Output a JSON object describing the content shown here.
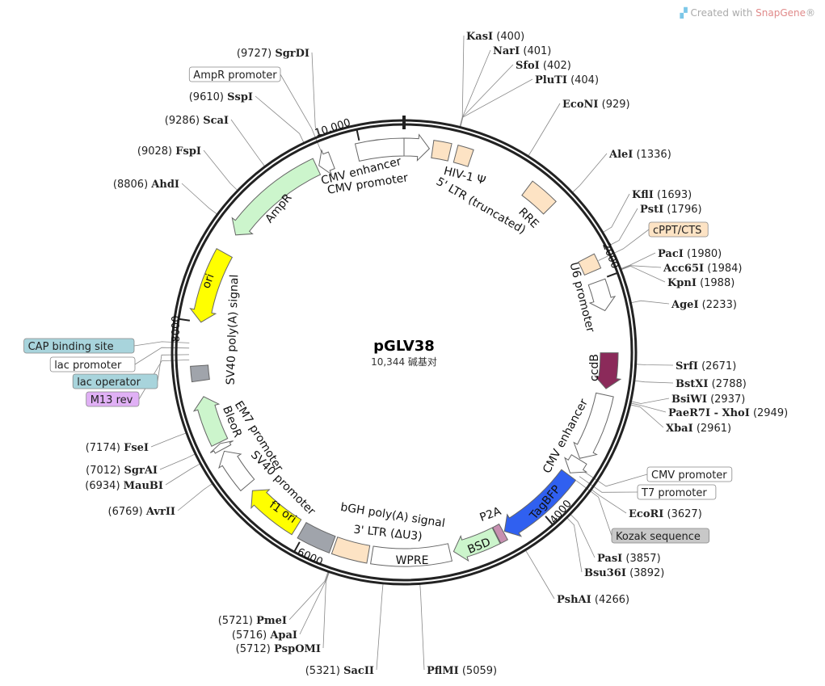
{
  "watermark": {
    "prefix": "Created with ",
    "brand": "SnapGene",
    "suffix": "®"
  },
  "plasmid": {
    "name": "pGLV38",
    "length_label": "10,344 碱基对",
    "length_bp": 10344
  },
  "ticks": [
    {
      "bp": 2000,
      "label": "2000"
    },
    {
      "bp": 4000,
      "label": "4000"
    },
    {
      "bp": 6000,
      "label": "6000"
    },
    {
      "bp": 8000,
      "label": "8000"
    },
    {
      "bp": 10000,
      "label": "10,000"
    }
  ],
  "features": [
    {
      "label": "CMV enhancer",
      "start": 9965,
      "end": 10344,
      "dir": 0,
      "color": "#ffffff"
    },
    {
      "label": "CMV promoter",
      "start": 0,
      "end": 204,
      "dir": 1,
      "color": "#ffffff"
    },
    {
      "label": "5' LTR (truncated)",
      "start": 230,
      "end": 370,
      "dir": 0,
      "color": "#fde3c4"
    },
    {
      "label": "HIV-1 Ψ",
      "start": 420,
      "end": 545,
      "dir": 0,
      "color": "#fde3c4"
    },
    {
      "label": "RRE",
      "start": 1060,
      "end": 1300,
      "dir": 0,
      "color": "#fde3c4"
    },
    {
      "label": "cPPT/CTS",
      "start": 1800,
      "end": 1920,
      "dir": 0,
      "color": "#fde3c4"
    },
    {
      "label": "U6 promoter",
      "start": 2010,
      "end": 2250,
      "dir": 1,
      "color": "#ffffff"
    },
    {
      "label": "ccdB",
      "start": 2590,
      "end": 2880,
      "dir": 1,
      "color": "#8b2a5a"
    },
    {
      "label": "CMV enhancer",
      "start": 2930,
      "end": 3480,
      "dir": 1,
      "color": "#ffffff"
    },
    {
      "label": "CMV promoter",
      "start": 3490,
      "end": 3620,
      "dir": 1,
      "color": "#ffffff"
    },
    {
      "label": "TagBFP",
      "start": 3640,
      "end": 4330,
      "dir": 1,
      "color": "#3060f0"
    },
    {
      "label": "P2A",
      "start": 4340,
      "end": 4400,
      "dir": 0,
      "color": "#c78fb0"
    },
    {
      "label": "BSD",
      "start": 4405,
      "end": 4770,
      "dir": 1,
      "color": "#ccf5cc"
    },
    {
      "label": "WPRE",
      "start": 4800,
      "end": 5430,
      "dir": 0,
      "color": "#ffffff"
    },
    {
      "label": "3' LTR (ΔU3)",
      "start": 5460,
      "end": 5740,
      "dir": 0,
      "color": "#fde3c4"
    },
    {
      "label": "bGH poly(A) signal",
      "start": 5760,
      "end": 6030,
      "dir": 0,
      "color": "#a0a4ab"
    },
    {
      "label": "f1 ori",
      "start": 6080,
      "end": 6540,
      "dir": 1,
      "color": "#ffff00"
    },
    {
      "label": "SV40 promoter",
      "start": 6600,
      "end": 6930,
      "dir": 1,
      "color": "#ffffff"
    },
    {
      "label": "EM7 promoter",
      "start": 6950,
      "end": 7000,
      "dir": 1,
      "color": "#ffffff"
    },
    {
      "label": "BleoR",
      "start": 7010,
      "end": 7400,
      "dir": 1,
      "color": "#ccf5cc"
    },
    {
      "label": "SV40 poly(A) signal",
      "start": 7530,
      "end": 7650,
      "dir": 0,
      "color": "#a0a4ab"
    },
    {
      "label": "ori",
      "start": 8000,
      "end": 8590,
      "dir": -1,
      "color": "#ffff00"
    },
    {
      "label": "AmpR",
      "start": 8760,
      "end": 9620,
      "dir": -1,
      "color": "#ccf5cc"
    },
    {
      "label": "AmpR promoter",
      "start": 9640,
      "end": 9750,
      "dir": -1,
      "color": "#ffffff"
    }
  ],
  "callouts": [
    {
      "label": "cPPT/CTS",
      "bp": 1860,
      "color": "#fde3c4"
    },
    {
      "label": "CMV promoter",
      "bp": 3550,
      "color": "#ffffff"
    },
    {
      "label": "T7 promoter",
      "bp": 3600,
      "color": "#ffffff"
    },
    {
      "label": "Kozak sequence",
      "bp": 3640,
      "color": "#c8c8c8"
    },
    {
      "label": "M13 rev",
      "bp": 7700,
      "color": "#e0b0f5"
    },
    {
      "label": "lac operator",
      "bp": 7740,
      "color": "#a8d4dc"
    },
    {
      "label": "lac promoter",
      "bp": 7790,
      "color": "#ffffff"
    },
    {
      "label": "CAP binding site",
      "bp": 7830,
      "color": "#a8d4dc"
    },
    {
      "label": "AmpR promoter",
      "bp": 9700,
      "color": "#ffffff"
    }
  ],
  "sites": [
    {
      "name": "KasI",
      "pos": 400
    },
    {
      "name": "NarI",
      "pos": 401
    },
    {
      "name": "SfoI",
      "pos": 402
    },
    {
      "name": "PluTI",
      "pos": 404
    },
    {
      "name": "EcoNI",
      "pos": 929
    },
    {
      "name": "AleI",
      "pos": 1336
    },
    {
      "name": "KflI",
      "pos": 1693
    },
    {
      "name": "PstI",
      "pos": 1796
    },
    {
      "name": "PacI",
      "pos": 1980
    },
    {
      "name": "Acc65I",
      "pos": 1984
    },
    {
      "name": "KpnI",
      "pos": 1988
    },
    {
      "name": "AgeI",
      "pos": 2233
    },
    {
      "name": "SrfI",
      "pos": 2671
    },
    {
      "name": "BstXI",
      "pos": 2788
    },
    {
      "name": "BsiWI",
      "pos": 2937
    },
    {
      "name": "PaeR7I - XhoI",
      "pos": 2949
    },
    {
      "name": "XbaI",
      "pos": 2961
    },
    {
      "name": "EcoRI",
      "pos": 3627
    },
    {
      "name": "PasI",
      "pos": 3857
    },
    {
      "name": "Bsu36I",
      "pos": 3892
    },
    {
      "name": "PshAI",
      "pos": 4266
    },
    {
      "name": "PflMI",
      "pos": 5059
    },
    {
      "name": "SacII",
      "pos": 5321
    },
    {
      "name": "PspOMI",
      "pos": 5712
    },
    {
      "name": "ApaI",
      "pos": 5716
    },
    {
      "name": "PmeI",
      "pos": 5721
    },
    {
      "name": "AvrII",
      "pos": 6769
    },
    {
      "name": "MauBI",
      "pos": 6934
    },
    {
      "name": "SgrAI",
      "pos": 7012
    },
    {
      "name": "FseI",
      "pos": 7174
    },
    {
      "name": "AhdI",
      "pos": 8806
    },
    {
      "name": "FspI",
      "pos": 9028
    },
    {
      "name": "ScaI",
      "pos": 9286
    },
    {
      "name": "SspI",
      "pos": 9610
    },
    {
      "name": "SgrDI",
      "pos": 9727
    }
  ]
}
